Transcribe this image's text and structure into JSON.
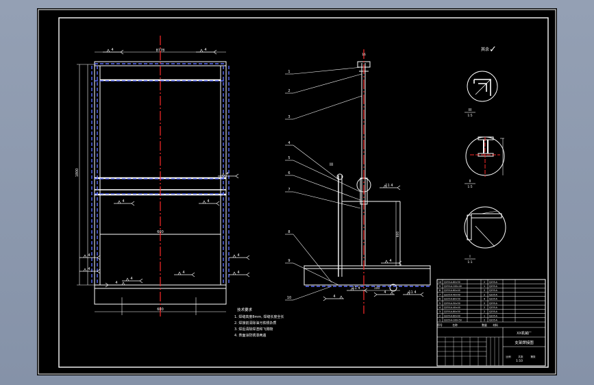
{
  "drawing": {
    "front_view": {
      "top_dim": "8778",
      "side_dim": "1800",
      "center_dim": "600",
      "bottom_dim": "600",
      "weld_marks": [
        "4",
        "4",
        "4",
        "4",
        "4",
        "4",
        "4",
        "4",
        "4",
        "4",
        "4",
        "4"
      ]
    },
    "side_view": {
      "top_dim": "16",
      "part_numbers": [
        "1",
        "2",
        "3",
        "4",
        "5",
        "6",
        "7",
        "8",
        "9",
        "10"
      ],
      "detail_callout": "III",
      "weld_marks": [
        "11 4",
        "4",
        "11 4",
        "4",
        "11 4",
        "4"
      ],
      "height_dim": "600",
      "base_dim": "100"
    },
    "surface_mark": "✓",
    "details": [
      {
        "id": "III",
        "scale": "1:5"
      },
      {
        "id": "II",
        "scale": "1:5"
      },
      {
        "id": "I",
        "scale": "1:1"
      }
    ],
    "notes": {
      "title": "技术要求",
      "lines": [
        "1. 焊缝高度8mm, 焊缝长度全长",
        "2. 焊接前清除油污铁锈杂质",
        "3. 焊后清除焊渣和飞溅物",
        "4. 表面涂防锈漆两遍"
      ]
    },
    "title_block": {
      "drawing_name": "支架焊接图",
      "company": "XX机械厂",
      "rows": [
        {
          "no": "10",
          "name": "Q235-A-80×50",
          "qty": "2",
          "material": "Q235-A"
        },
        {
          "no": "9",
          "name": "Q235-A-100×40",
          "qty": "1",
          "material": "Q235-A"
        },
        {
          "no": "8",
          "name": "Q235-A-60×40",
          "qty": "2",
          "material": "Q235-A"
        },
        {
          "no": "7",
          "name": "Q235-A-40×40",
          "qty": "2",
          "material": "Q235-A"
        },
        {
          "no": "6",
          "name": "Q235-A-80×50",
          "qty": "4",
          "material": "Q235-A"
        },
        {
          "no": "5",
          "name": "Q235-A-50×50",
          "qty": "2",
          "material": "Q235-A"
        },
        {
          "no": "4",
          "name": "Q235-A-40×40",
          "qty": "2",
          "material": "Q235-A"
        },
        {
          "no": "3",
          "name": "Q235-A-80×50",
          "qty": "2",
          "material": "Q235-A"
        },
        {
          "no": "2",
          "name": "Q235-A-60×40",
          "qty": "1",
          "material": "Q235-A"
        },
        {
          "no": "1",
          "name": "Q235-A-100×50",
          "qty": "2",
          "material": "Q235-A"
        }
      ],
      "headers": [
        "序号",
        "名称",
        "数量",
        "材料"
      ],
      "scale": "1:10",
      "sheet_labels": [
        "比例",
        "共张",
        "第张"
      ]
    }
  },
  "colors": {
    "sheet": "#000000",
    "line": "#ffffff",
    "center": "#ff2a2a",
    "hidden": "#5a6cff",
    "highlight": "#ffffff"
  }
}
